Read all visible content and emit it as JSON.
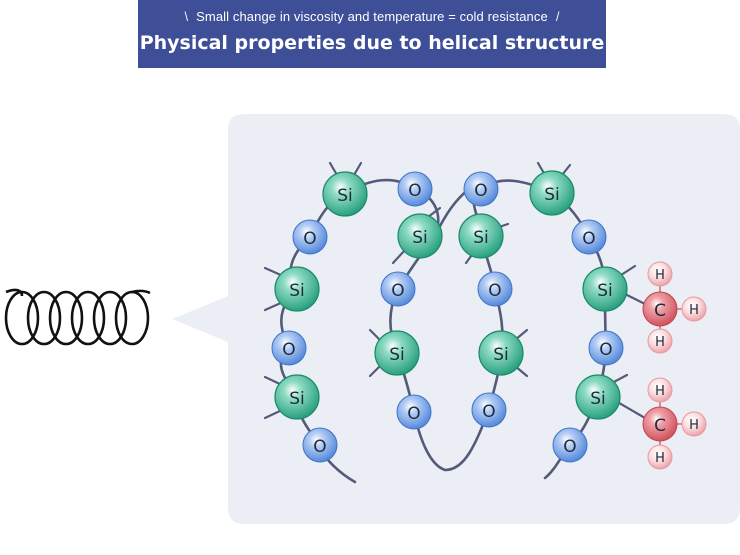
{
  "header": {
    "subtitle": "Small change in viscosity and temperature = cold resistance",
    "title": "Physical properties due to helical structure",
    "slash_left": "\\",
    "slash_right": "/"
  },
  "labels": {
    "silicon": "Si",
    "oxygen": "O",
    "carbon": "C",
    "hydrogen": "H"
  },
  "colors": {
    "header_bg": "#3e4f97",
    "panel_bg": "#eceef5",
    "backbone": "#55597a",
    "silicon": "#2aa886",
    "oxygen": "#5b8fdc",
    "carbon": "#d6545f",
    "hydrogen": "#f2a6ac"
  }
}
